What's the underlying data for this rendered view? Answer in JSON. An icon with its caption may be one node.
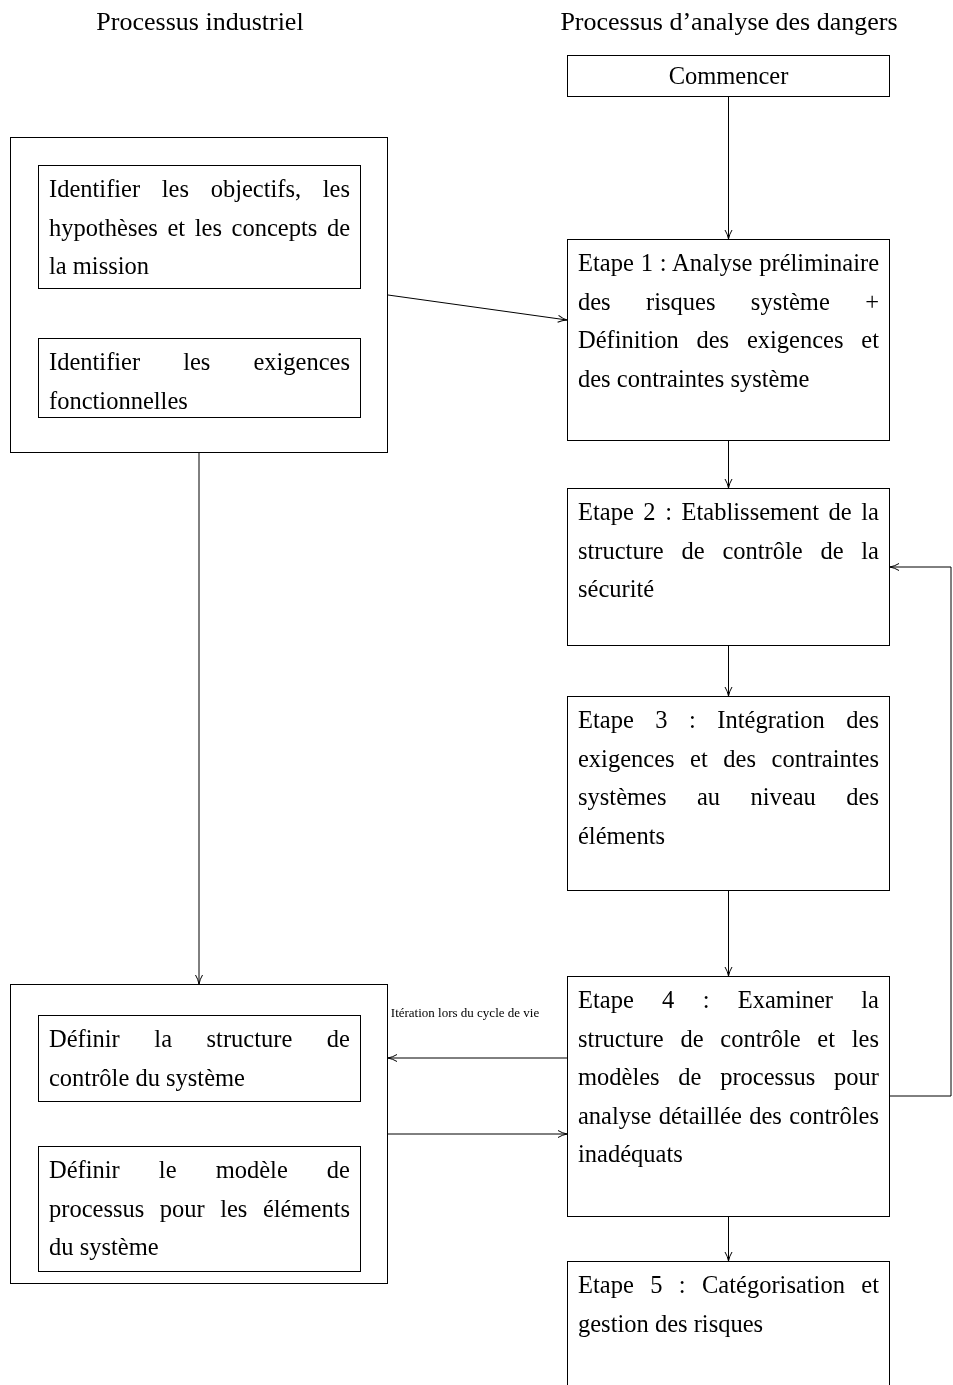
{
  "diagram": {
    "nodes": [
      {
        "text": [],
        "shape": "box"
      },
      {
        "text": [
          "Identifier les objectifs, les hypothèses et les concepts de la mission"
        ],
        "in": 0
      },
      {
        "text": [
          "Identifier les exigences fonctionnelles"
        ],
        "in": 0
      },
      {
        "text": [
          "Commencer"
        ]
      },
      {
        "text": [
          "Etape 1 : Analyse préliminaire des risques système + Définition des exigences et des contraintes système"
        ]
      },
      {
        "text": [
          "Etape 2 : Etablissement de la structure de contrôle de la sécurité"
        ]
      },
      {
        "text": [
          "Etape 3 : Intégration des exigences et des contraintes systèmes au niveau des éléments"
        ]
      },
      {
        "text": [],
        "shape": "box"
      },
      {
        "text": [
          "Définir la structure de contrôle du système"
        ],
        "in": 7
      },
      {
        "text": [
          "Définir le modèle de processus pour les éléments du système"
        ],
        "in": 7
      },
      {
        "text": [
          "Etape 4 : Examiner la structure de contrôle et les modèles de processus pour analyse détaillée des contrôles inadéquats"
        ]
      },
      {
        "text": [
          "Etape 5 : Catégorisation et gestion des risques"
        ]
      }
    ],
    "edges": [
      {
        "from": 3,
        "to": 4,
        "arrow": "to"
      },
      {
        "from": 0,
        "to": 4,
        "arrow": "to"
      },
      {
        "from": 4,
        "to": 5,
        "arrow": "to"
      },
      {
        "from": 5,
        "to": 6,
        "arrow": "to"
      },
      {
        "from": 6,
        "to": 10,
        "arrow": "to"
      },
      {
        "from": 10,
        "to": 11,
        "arrow": "to"
      },
      {
        "from": 0,
        "to": 7,
        "arrow": "to"
      },
      {
        "from": 10,
        "to": 7,
        "arrow": "to",
        "label": "Itération lors du cycle de vie"
      },
      {
        "from": 7,
        "to": 10,
        "arrow": "to"
      },
      {
        "from": 10,
        "to": 5,
        "arrow": "to"
      }
    ],
    "labels": [
      "Processus industriel",
      "Processus d’analyse des dangers"
    ]
  }
}
